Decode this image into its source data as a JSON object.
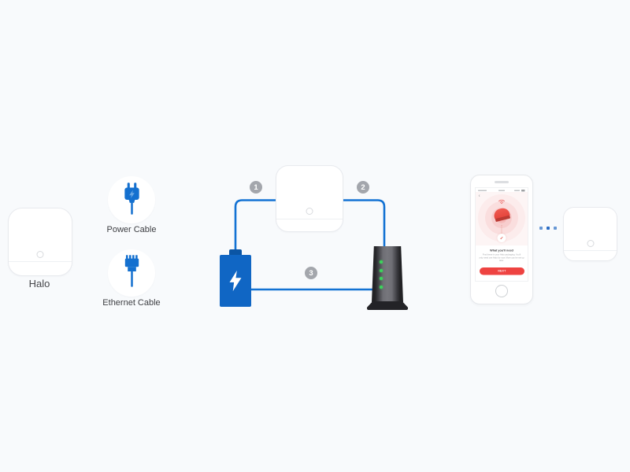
{
  "left_device": {
    "label": "Halo"
  },
  "accessories": {
    "power_label": "Power Cable",
    "ethernet_label": "Ethernet Cable"
  },
  "steps": {
    "one": "1",
    "two": "2",
    "three": "3"
  },
  "phone_app": {
    "back_glyph": "‹",
    "title": "What you'll need",
    "body_line1": "Find these in your Halo packaging. You'll",
    "body_line2": "only need one Halo for now. More can be set up",
    "body_line3": "later.",
    "next_label": "NEXT",
    "check_glyph": "✓"
  },
  "colors": {
    "background": "#f8fafc",
    "cable_blue": "#1372d3",
    "device_blue": "#1066c4",
    "step_gray": "#a3a6ac",
    "led_green": "#3bd45b",
    "app_red": "#ee4341"
  }
}
